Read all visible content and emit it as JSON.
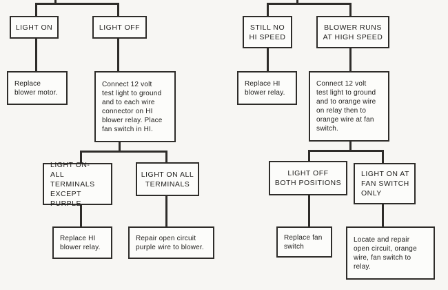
{
  "diagram": {
    "type": "troubleshooting-flowchart",
    "subject": "blower motor / HI blower relay diagnosis",
    "colors": {
      "page_background": "#f7f6f3",
      "box_background": "#fcfcfa",
      "line": "#2e2c29",
      "text": "#1d1c1a"
    },
    "left_tree": {
      "light_on": "LIGHT ON",
      "light_off": "LIGHT OFF",
      "replace_blower_motor": "Replace\nblower motor.",
      "connect_test_light": "Connect 12 volt\ntest light to ground\nand to each wire\nconnector on HI\nblower relay. Place\nfan switch in HI.",
      "light_on_all_except_purple": "LIGHT ON-\nALL TERMINALS\nEXCEPT PURPLE",
      "light_on_all_terminals": "LIGHT ON ALL\nTERMINALS",
      "replace_hi_blower_relay": "Replace HI\nblower relay.",
      "repair_purple_wire": "Repair open circuit\npurple wire to blower."
    },
    "right_tree": {
      "still_no_hi_speed": "STILL NO\nHI SPEED",
      "blower_runs_high_speed": "BLOWER RUNS\nAT HIGH SPEED",
      "replace_hi_blower_relay": "Replace HI\nblower relay.",
      "connect_test_light_orange": "Connect 12 volt\ntest light to ground\nand to orange wire\non relay then to\norange wire at fan\nswitch.",
      "light_off_both_positions": "LIGHT OFF\nBOTH POSITIONS",
      "light_on_fan_switch_only": "LIGHT ON AT\nFAN SWITCH\nONLY",
      "replace_fan_switch": "Replace fan\nswitch",
      "locate_repair_orange_wire": "Locate and repair\nopen circuit, orange\nwire, fan switch to\nrelay."
    }
  }
}
